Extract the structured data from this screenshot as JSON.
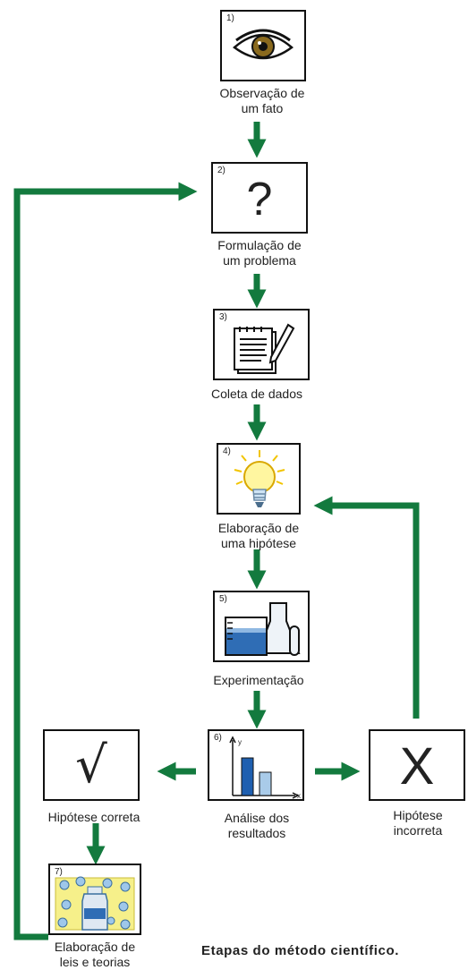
{
  "steps": [
    {
      "num": "1)",
      "label": "Observação de\num fato"
    },
    {
      "num": "2)",
      "label": "Formulação de\num problema",
      "symbol": "?"
    },
    {
      "num": "3)",
      "label": "Coleta de dados"
    },
    {
      "num": "4)",
      "label": "Elaboração de\numa hipótese"
    },
    {
      "num": "5)",
      "label": "Experimentação"
    },
    {
      "num": "6)",
      "label": "Análise dos\nresultados",
      "axis_y": "y",
      "axis_x": "x"
    },
    {
      "num": "7)",
      "label": "Elaboração de\nleis e teorias"
    }
  ],
  "correct": {
    "label": "Hipótese correta",
    "symbol": "√"
  },
  "incorrect": {
    "label": "Hipótese\nincorreta",
    "symbol": "X"
  },
  "caption": "Etapas do método científico.",
  "colors": {
    "arrow": "#137a3e",
    "bar_dark": "#1f5fb0",
    "bar_light": "#a9cbe9"
  }
}
